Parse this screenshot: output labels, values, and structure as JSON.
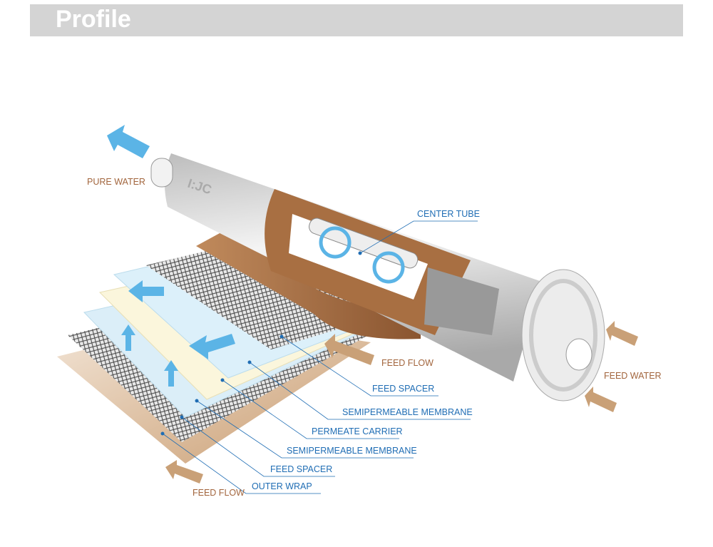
{
  "header": {
    "title": "Profile"
  },
  "diagram": {
    "logo_text": "I:JC",
    "labels": {
      "pure_water": "PURE WATER",
      "center_tube": "CENTER TUBE",
      "feed_water": "FEED WATER",
      "feed_flow_top": "FEED FLOW",
      "feed_spacer_top": "FEED SPACER",
      "semipermeable_membrane_top": "SEMIPERMEABLE MEMBRANE",
      "permeate_carrier": "PERMEATE CARRIER",
      "semipermeable_membrane_bottom": "SEMIPERMEABLE MEMBRANE",
      "feed_spacer_bottom": "FEED SPACER",
      "outer_wrap": "OUTER WRAP",
      "feed_flow_bottom": "FEED FLOW"
    },
    "colors": {
      "label_blue": "#1f6db4",
      "label_brown": "#a2653d",
      "arrow_blue": "#5bb4e6",
      "arrow_tan": "#c9a077"
    }
  }
}
